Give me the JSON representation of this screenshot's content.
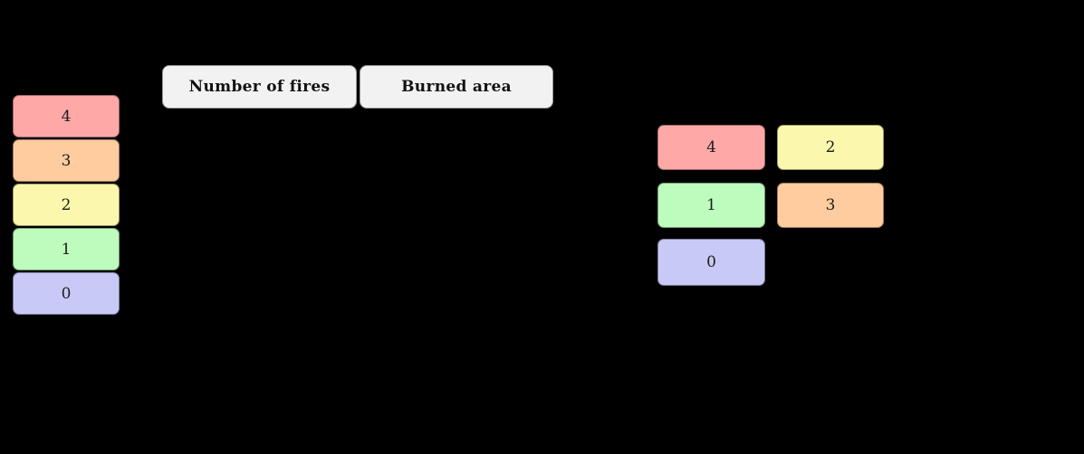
{
  "palette": {
    "background": "#000000",
    "red": "#ffa8a8",
    "orange": "#ffcc9f",
    "yellow": "#fbf7ad",
    "green": "#bdfcbd",
    "purple": "#c9c9f7",
    "header_bg": "#f2f2f2"
  },
  "stack": {
    "cards": [
      {
        "label": "4",
        "color": "red"
      },
      {
        "label": "3",
        "color": "orange"
      },
      {
        "label": "2",
        "color": "yellow"
      },
      {
        "label": "1",
        "color": "green"
      },
      {
        "label": "0",
        "color": "purple"
      }
    ]
  },
  "columns": [
    {
      "label": "Number of fires"
    },
    {
      "label": "Burned area"
    }
  ],
  "grid": {
    "cards": [
      {
        "label": "4",
        "color": "red",
        "row": 0,
        "col": 0
      },
      {
        "label": "2",
        "color": "yellow",
        "row": 0,
        "col": 1
      },
      {
        "label": "1",
        "color": "green",
        "row": 1,
        "col": 0
      },
      {
        "label": "3",
        "color": "orange",
        "row": 1,
        "col": 1
      },
      {
        "label": "0",
        "color": "purple",
        "row": 2,
        "col": 0
      }
    ]
  }
}
